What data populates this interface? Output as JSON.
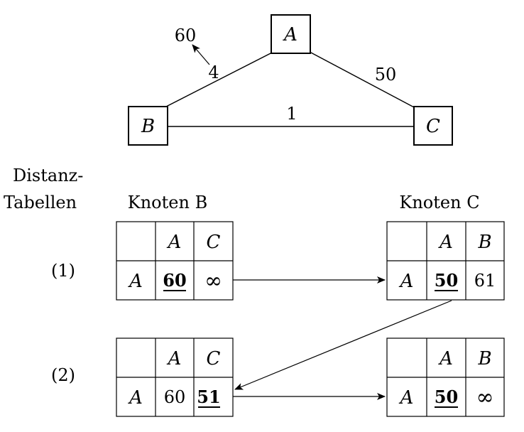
{
  "graph": {
    "nodes": {
      "a": "A",
      "b": "B",
      "c": "C"
    },
    "edges": {
      "ab": "4",
      "ac": "50",
      "bc": "1"
    },
    "poison_value": "60"
  },
  "labels": {
    "distanz": "Distanz-",
    "tabellen": "Tabellen",
    "knoten_b": "Knoten B",
    "knoten_c": "Knoten C",
    "step1": "(1)",
    "step2": "(2)"
  },
  "tables": {
    "b1": {
      "head1": "A",
      "head2": "C",
      "row": "A",
      "val1": "60",
      "val2": "∞"
    },
    "c1": {
      "head1": "A",
      "head2": "B",
      "row": "A",
      "val1": "50",
      "val2": "61"
    },
    "b2": {
      "head1": "A",
      "head2": "C",
      "row": "A",
      "val1": "60",
      "val2": "51"
    },
    "c2": {
      "head1": "A",
      "head2": "B",
      "row": "A",
      "val1": "50",
      "val2": "∞"
    }
  }
}
